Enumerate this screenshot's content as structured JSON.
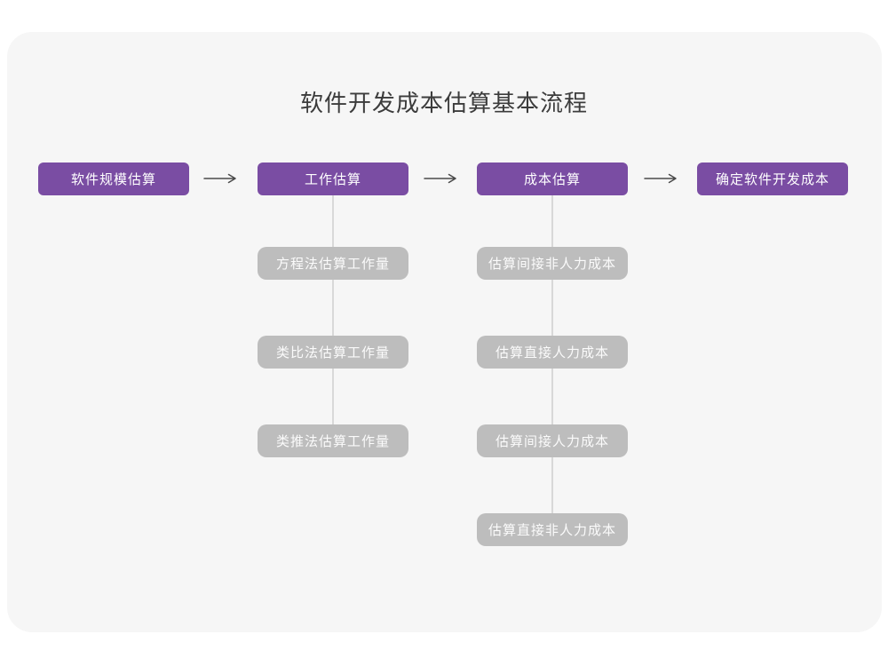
{
  "diagram": {
    "title": "软件开发成本估算基本流程",
    "main_nodes": [
      {
        "label": "软件规模估算"
      },
      {
        "label": "工作估算"
      },
      {
        "label": "成本估算"
      },
      {
        "label": "确定软件开发成本"
      }
    ],
    "work_estimation_children": [
      {
        "label": "方程法估算工作量"
      },
      {
        "label": "类比法估算工作量"
      },
      {
        "label": "类推法估算工作量"
      }
    ],
    "cost_estimation_children": [
      {
        "label": "估算间接非人力成本"
      },
      {
        "label": "估算直接人力成本"
      },
      {
        "label": "估算间接人力成本"
      },
      {
        "label": "估算直接非人力成本"
      }
    ],
    "colors": {
      "accent_purple": "#7a4da3",
      "sub_node_gray": "#bdbdbd",
      "card_background": "#f6f6f6",
      "connector_gray": "#d8d8d8",
      "arrow_dark": "#4a4a4a"
    }
  }
}
